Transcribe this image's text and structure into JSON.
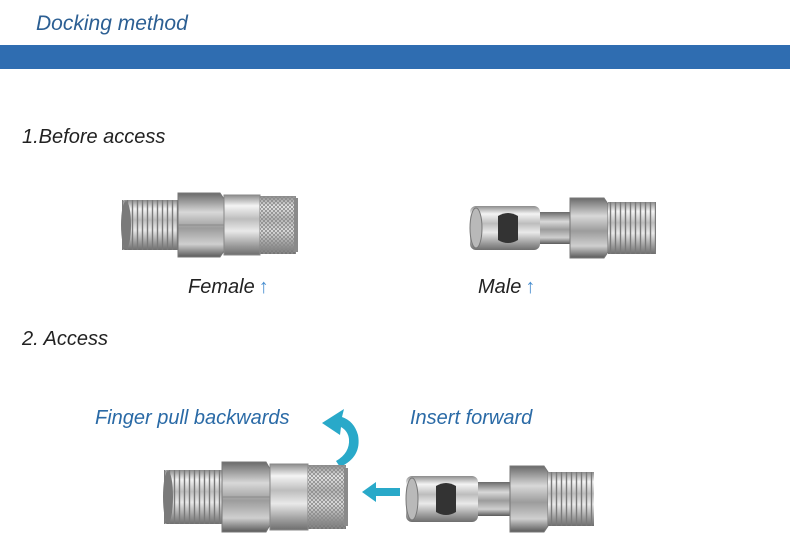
{
  "header": {
    "title": "Docking method"
  },
  "steps": [
    {
      "title": "1.Before access"
    },
    {
      "title": "2. Access"
    }
  ],
  "labels": {
    "female": "Female",
    "male": "Male",
    "up_arrow": "↑",
    "finger_pull": "Finger pull backwards",
    "insert_forward": "Insert forward"
  },
  "colors": {
    "header_bar": "#2f6db1",
    "header_text": "#2c5f93",
    "instruction_text": "#2a6aa6",
    "accent_arrow": "#29a9c9",
    "label_arrow": "#4a8fd0"
  },
  "icons": {
    "female_coupler": "female-coupler-icon",
    "male_plug": "male-plug-icon",
    "curved_arrow": "curved-arrow-icon",
    "left_arrow": "left-arrow-icon"
  }
}
